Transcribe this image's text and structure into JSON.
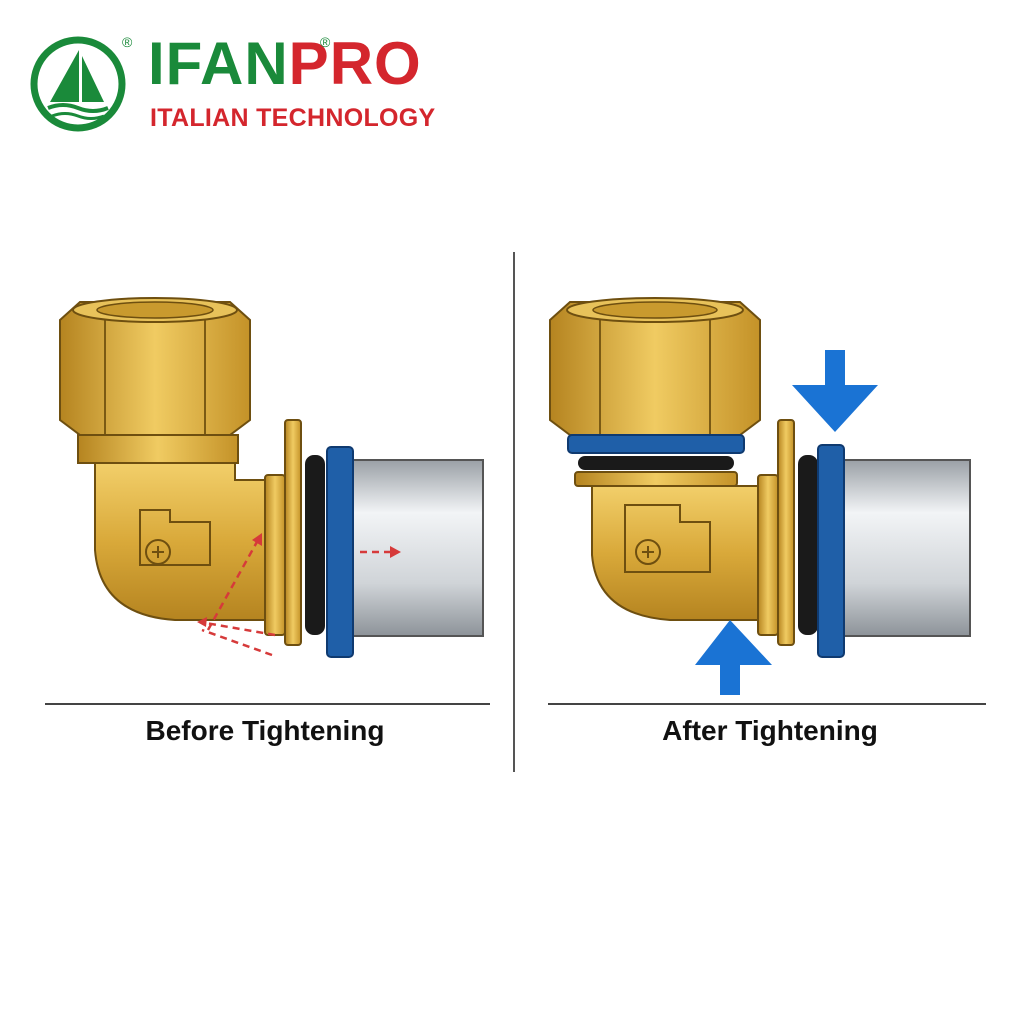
{
  "logo": {
    "brand_prefix": "IFAN",
    "brand_suffix": "PRO",
    "registered_mark": "®",
    "tagline": "ITALIAN TECHNOLOGY",
    "colors": {
      "green": "#1a8a3a",
      "red": "#d4262d"
    }
  },
  "panels": {
    "before": {
      "caption": "Before Tightening"
    },
    "after": {
      "caption": "After Tightening"
    }
  },
  "colors": {
    "brass": "#d9a93a",
    "brass_dark": "#a9791a",
    "seal_blue": "#1f5fa8",
    "arrow_blue": "#1a73d4",
    "pipe_silver": "#c9cdd2",
    "oring_black": "#1a1a1a",
    "leak_arrow_red": "#d63a3a"
  }
}
